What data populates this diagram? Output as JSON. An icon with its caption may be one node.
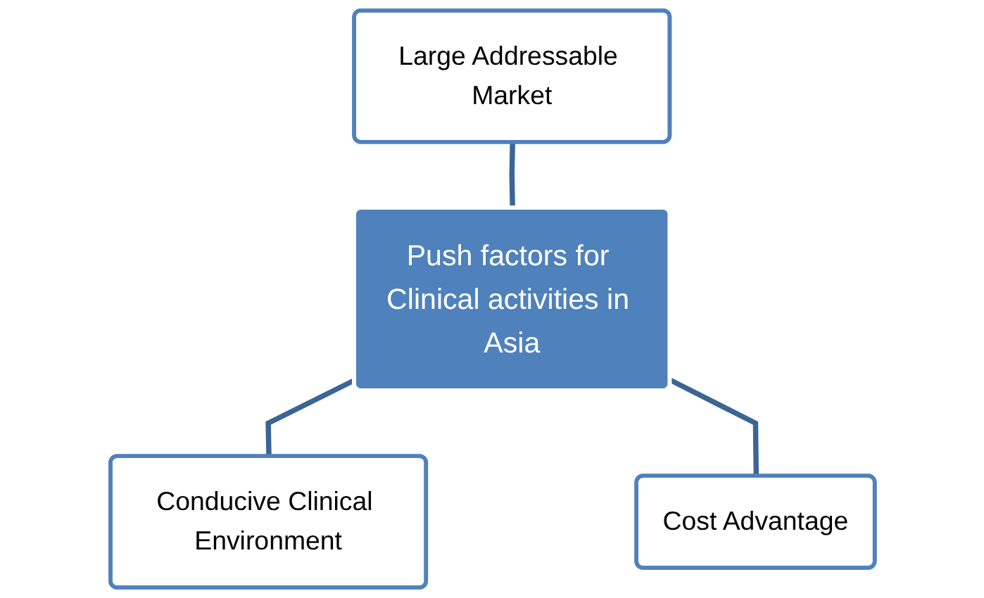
{
  "diagram": {
    "nodes": [
      {
        "text": [
          "Large Addressable Market"
        ]
      },
      {
        "text": [
          "Push factors for Clinical activities in Asia"
        ]
      },
      {
        "text": [
          "Conducive Clinical Environment"
        ]
      },
      {
        "text": [
          "Cost Advantage"
        ]
      }
    ],
    "edges": [
      {
        "from": 0,
        "to": 1,
        "arrow": "none"
      },
      {
        "from": 1,
        "to": 2,
        "arrow": "none"
      },
      {
        "from": 1,
        "to": 3,
        "arrow": "none"
      }
    ]
  }
}
